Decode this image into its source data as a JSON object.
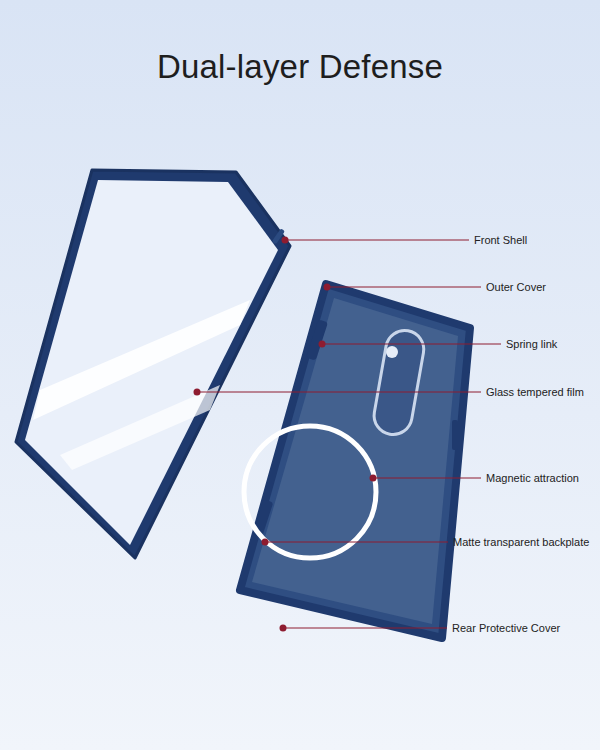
{
  "diagram": {
    "title": "Dual-layer Defense",
    "labels": [
      "Front Shell",
      "Outer Cover",
      "Spring link",
      "Glass tempered film",
      "Magnetic attraction",
      "Matte transparent backplate",
      "Rear Protective Cover"
    ]
  }
}
